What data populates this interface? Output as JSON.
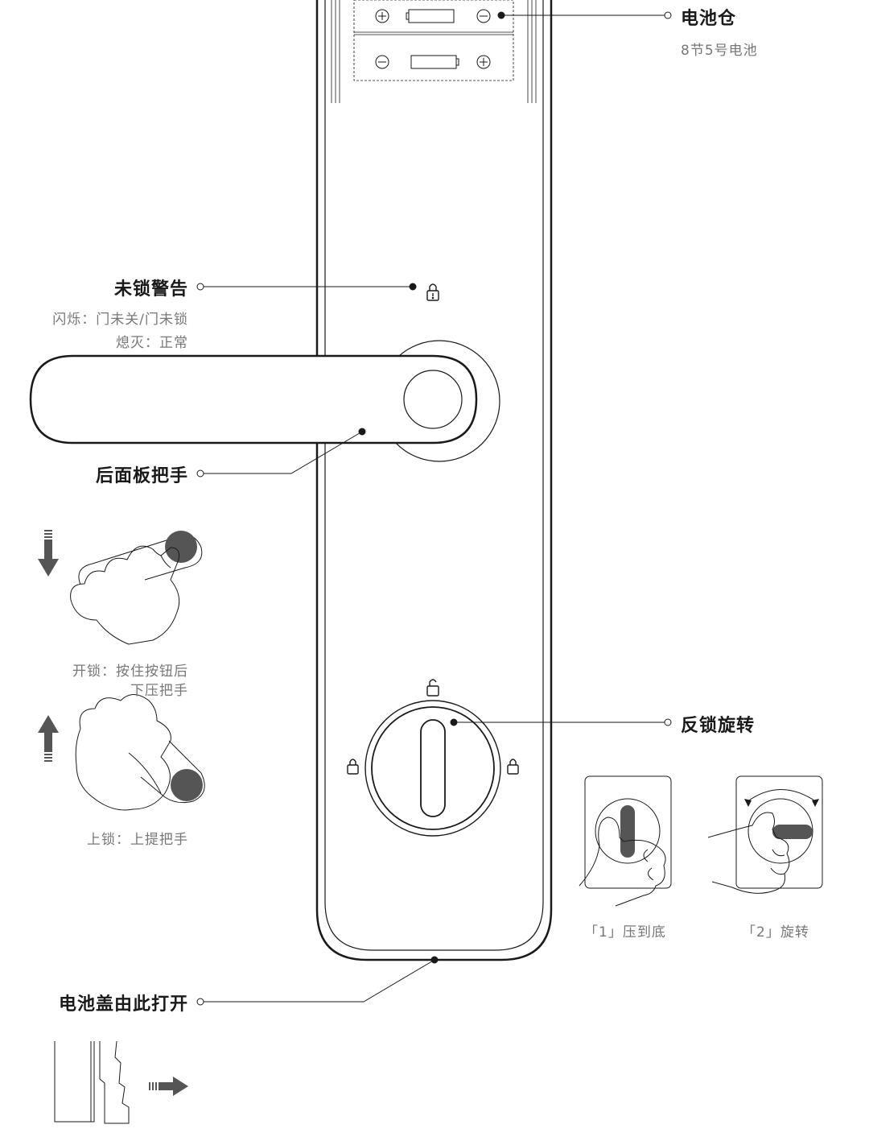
{
  "labels": {
    "battery_compartment": "电池仓",
    "battery_spec": "8节5号电池",
    "unlock_warning": "未锁警告",
    "warning_blink": "闪烁：门未关/门未锁",
    "warning_off": "熄灭：正常",
    "rear_handle": "后面板把手",
    "unlock_line1": "开锁：按住按钮后",
    "unlock_line2": "下压把手",
    "lock_action": "上锁：上提把手",
    "deadbolt_rotate": "反锁旋转",
    "step1": "「1」压到底",
    "step2": "「2」旋转",
    "battery_cover": "电池盖由此打开"
  },
  "colors": {
    "line": "#1a1a1a",
    "text_secondary": "#777777",
    "fill_dark": "#555555",
    "background": "#ffffff"
  }
}
